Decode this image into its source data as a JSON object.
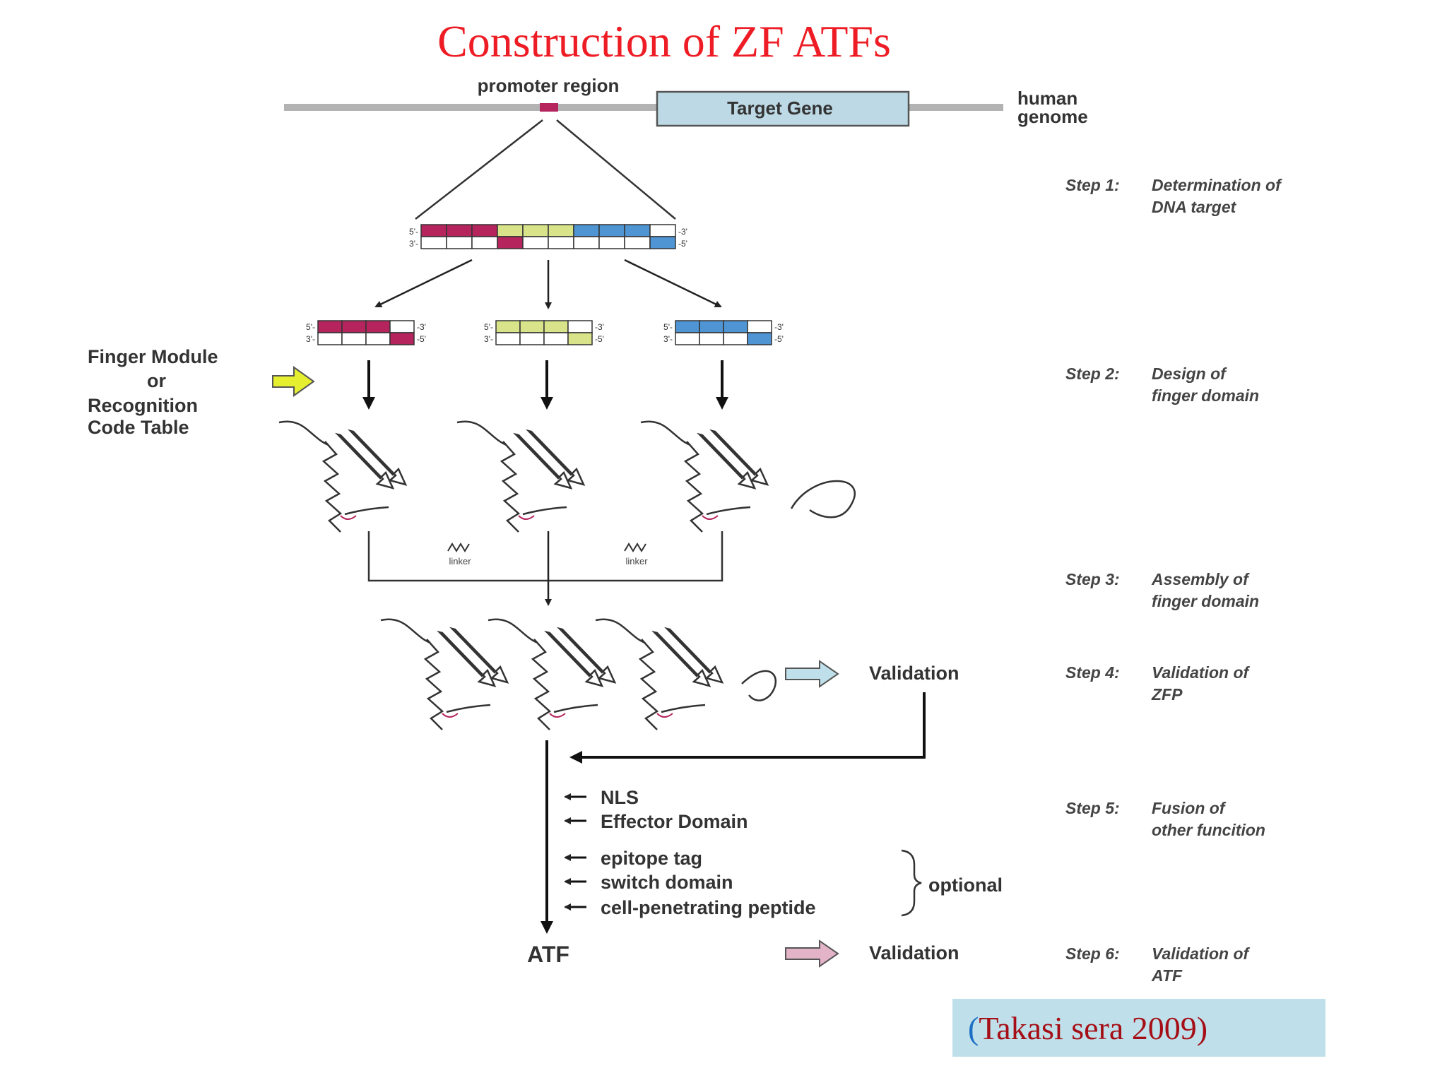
{
  "title": "Construction of ZF ATFs",
  "genome": {
    "promoter_label": "promoter region",
    "gene_label": "Target Gene",
    "genome_label_line1": "human",
    "genome_label_line2": "genome"
  },
  "strand_labels": {
    "five_prime": "5'-",
    "three_prime": "3'-",
    "three_prime_end": "-3'",
    "five_prime_end": "-5'"
  },
  "finger_module": {
    "line1": "Finger Module",
    "line2": "or",
    "line3": "Recognition",
    "line4": "Code Table"
  },
  "linker_label": "linker",
  "validation_label": "Validation",
  "fusions": {
    "items": [
      "NLS",
      "Effector Domain",
      "epitope tag",
      "switch domain",
      "cell-penetrating peptide"
    ],
    "optional_label": "optional"
  },
  "atf_label": "ATF",
  "steps": [
    {
      "label": "Step 1:",
      "line1": "Determination of",
      "line2": "DNA target"
    },
    {
      "label": "Step 2:",
      "line1": "Design of",
      "line2": "finger domain"
    },
    {
      "label": "Step 3:",
      "line1": "Assembly of",
      "line2": "finger domain"
    },
    {
      "label": "Step 4:",
      "line1": "Validation of",
      "line2": "ZFP"
    },
    {
      "label": "Step 5:",
      "line1": "Fusion of",
      "line2": "other funcition"
    },
    {
      "label": "Step 6:",
      "line1": "Validation of",
      "line2": "ATF"
    }
  ],
  "citation": {
    "open": "(",
    "text": "Takasi sera 2009)"
  },
  "colors": {
    "title": "#ee1c24",
    "magenta": "#b5245c",
    "yellow_green": "#d9e48a",
    "blue": "#4f95d3",
    "gene_fill": "#bcd9e5",
    "citation_bg": "#bfe0ea",
    "validation_arrow_1": "#bfe0ea",
    "validation_arrow_2": "#e3b3c7",
    "finger_arrow": "#e6ef2f"
  }
}
